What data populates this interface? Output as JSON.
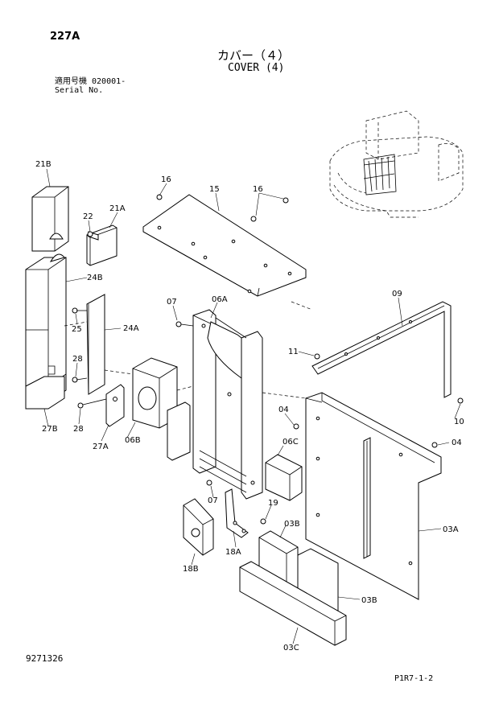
{
  "header": {
    "page_no": "227A",
    "title_jp": "カバー（４）",
    "title_en": "COVER (4)",
    "serial_label_jp": "適用号機  020001-",
    "serial_label_en": "Serial No."
  },
  "footer": {
    "drawing_no": "9271326",
    "sheet_ref": "P1R7-1-2"
  },
  "callouts": {
    "c21B": "21B",
    "c22": "22",
    "c21A": "21A",
    "c16a": "16",
    "c15": "15",
    "c16b": "16",
    "c24B": "24B",
    "c25": "25",
    "c24A": "24A",
    "c28a": "28",
    "c28b": "28",
    "c27B": "27B",
    "c27A": "27A",
    "c06B": "06B",
    "c07a": "07",
    "c06A": "06A",
    "c09": "09",
    "c11": "11",
    "c04a": "04",
    "c10": "10",
    "c06C": "06C",
    "c04b": "04",
    "c07b": "07",
    "c19": "19",
    "c03B_a": "03B",
    "c03A": "03A",
    "c18A": "18A",
    "c18B": "18B",
    "c03B_b": "03B",
    "c03C": "03C"
  }
}
